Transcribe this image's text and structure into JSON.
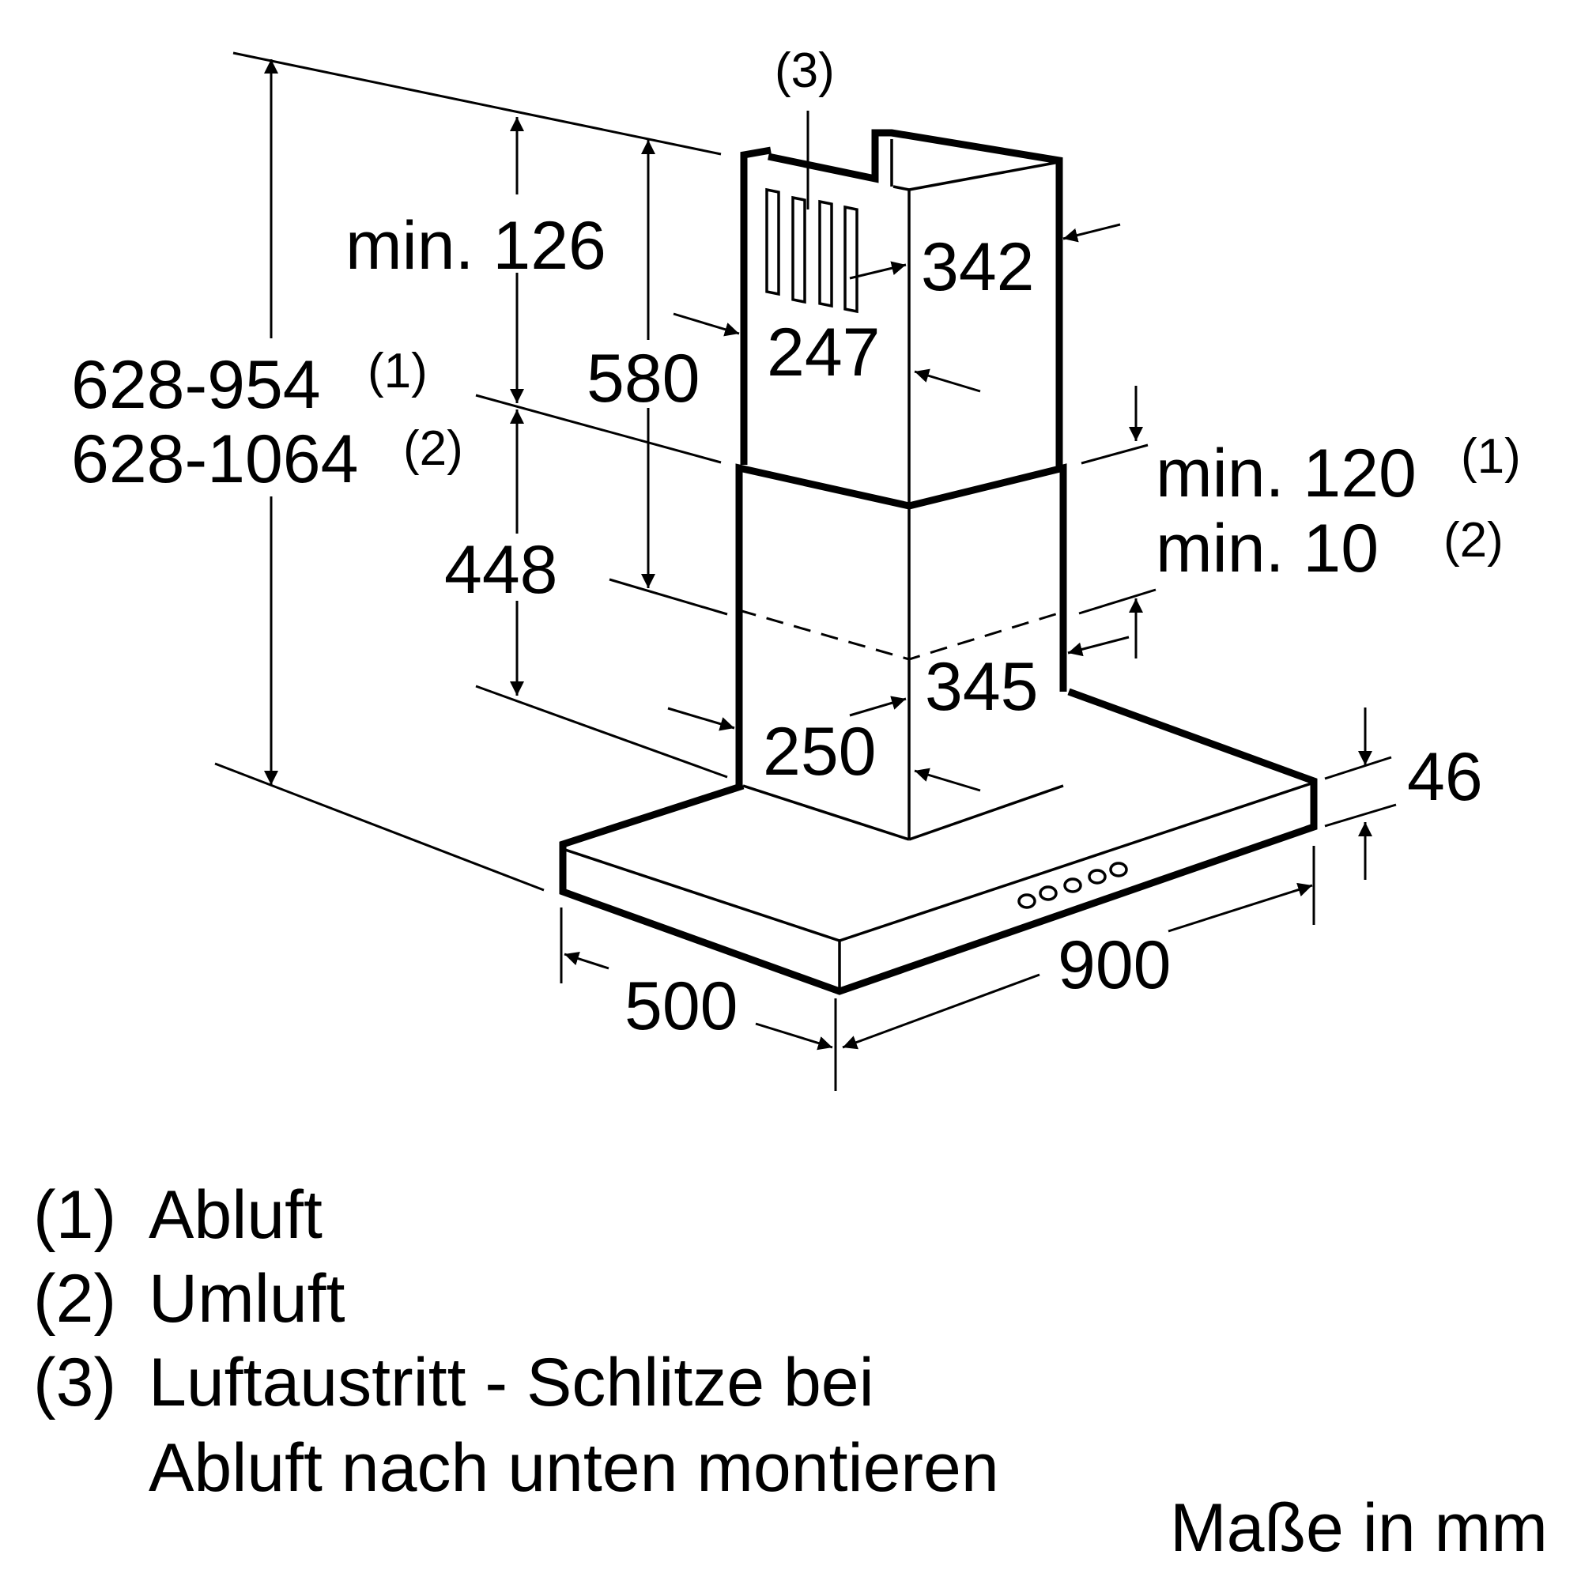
{
  "dimensions": {
    "total_height_1": "628-954",
    "total_height_1_note": "(1)",
    "total_height_2": "628-1064",
    "total_height_2_note": "(2)",
    "upper_min": "min. 126",
    "chimney_upper": "580",
    "chimney_lower": "448",
    "upper_depth": "342",
    "upper_width": "247",
    "lower_depth": "345",
    "lower_width": "250",
    "overlap_1": "min. 120",
    "overlap_1_note": "(1)",
    "overlap_2": "min. 10",
    "overlap_2_note": "(2)",
    "hood_height": "46",
    "hood_depth": "500",
    "hood_width": "900",
    "slots_ref": "(3)"
  },
  "legend": [
    {
      "num": "(1)",
      "text": "Abluft"
    },
    {
      "num": "(2)",
      "text": "Umluft"
    },
    {
      "num": "(3)",
      "text": "Luftaustritt - Schlitze bei"
    },
    {
      "num": "",
      "text": "Abluft nach unten montieren"
    }
  ],
  "units_note": "Maße in mm"
}
